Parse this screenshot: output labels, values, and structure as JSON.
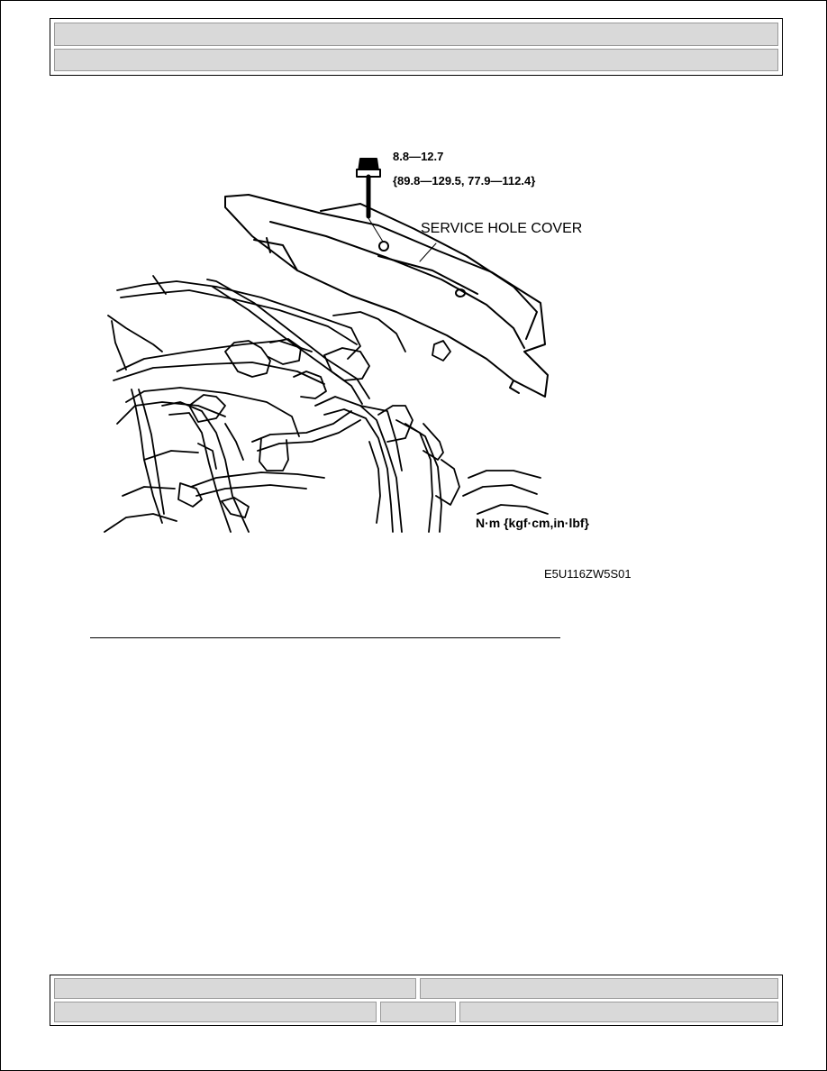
{
  "figure": {
    "torque_range": "8.8—12.7",
    "torque_alt": "{89.8—129.5, 77.9—112.4}",
    "part_label": "SERVICE HOLE COVER",
    "unit_label": "N·m {kgf·cm,in·lbf}",
    "figure_code": "E5U116ZW5S01"
  },
  "header": {
    "row1": "",
    "row2": ""
  },
  "footer": {
    "cell1": "",
    "cell2": "",
    "cell3": "",
    "cell4": "",
    "cell5": ""
  }
}
